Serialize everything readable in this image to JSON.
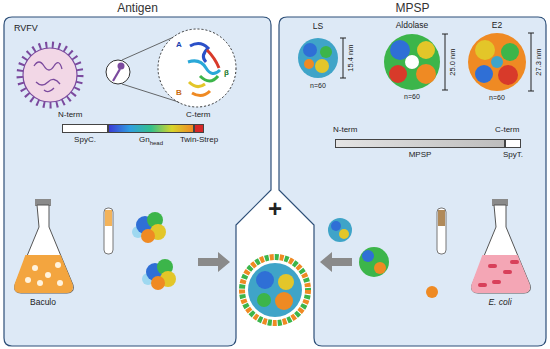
{
  "diagram": {
    "nodes": [
      {
        "text": [
          "Antigen"
        ]
      },
      {
        "text": [
          "MPSP"
        ]
      },
      {
        "text": [
          "SpyC."
        ],
        "in": 0
      },
      {
        "text": [
          "Gn",
          "head"
        ],
        "in": 0
      },
      {
        "text": [
          "Twin-Strep"
        ],
        "in": 0
      },
      {
        "text": [
          "MPSP"
        ],
        "in": 1
      },
      {
        "text": [
          "SpyT."
        ],
        "in": 1
      }
    ],
    "labels": [
      "RVFV",
      "A",
      "B",
      "β",
      "N-term",
      "C-term",
      "Baculo",
      "LS",
      "Aldolase",
      "E2",
      "15.4 nm",
      "25.0 nm",
      "27.3 nm",
      "n=60",
      "n=60",
      "n=60",
      "N-term",
      "C-term",
      "E. coli",
      "+"
    ]
  }
}
